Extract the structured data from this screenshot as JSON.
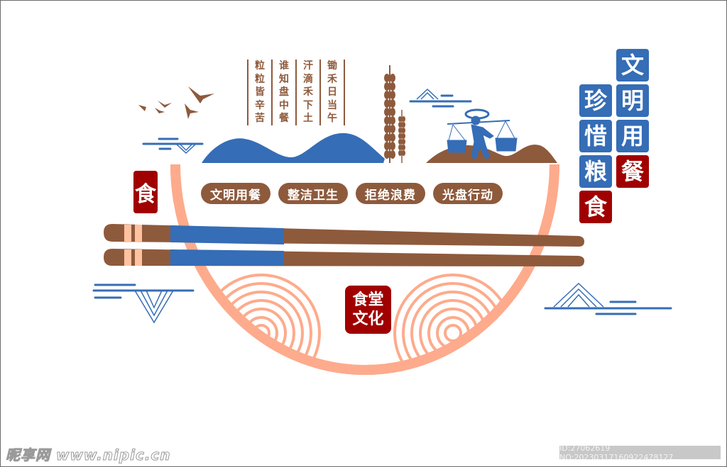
{
  "poem": {
    "columns": [
      [
        "锄",
        "禾",
        "日",
        "当",
        "午"
      ],
      [
        "汗",
        "滴",
        "禾",
        "下",
        "土"
      ],
      [
        "谁",
        "知",
        "盘",
        "中",
        "餐"
      ],
      [
        "粒",
        "粒",
        "皆",
        "辛",
        "苦"
      ]
    ]
  },
  "title": {
    "right_column": [
      {
        "char": "文",
        "color": "blue"
      },
      {
        "char": "明",
        "color": "blue"
      },
      {
        "char": "用",
        "color": "blue"
      },
      {
        "char": "餐",
        "color": "red"
      }
    ],
    "left_column": [
      {
        "char": "珍",
        "color": "blue"
      },
      {
        "char": "惜",
        "color": "blue"
      },
      {
        "char": "粮",
        "color": "blue"
      },
      {
        "char": "食",
        "color": "red"
      }
    ]
  },
  "slogans": [
    "文明用餐",
    "整洁卫生",
    "拒绝浪费",
    "光盘行动"
  ],
  "seal": {
    "char": "食"
  },
  "badge": {
    "line1": "食堂",
    "line2": "文化"
  },
  "watermark": {
    "site": "昵享网 www.nipic.cn",
    "id_text": "ID:27062619 NO:20230317160922478127"
  },
  "colors": {
    "brown": "#8e5a3c",
    "blue": "#356db6",
    "red": "#a00000",
    "salmon": "#fdab8c",
    "peach": "#ffc2a0"
  },
  "icons": [
    "birds-icon",
    "cloud-icon",
    "mountain-icon",
    "wheat-icon",
    "farmer-carrying-baskets-icon",
    "chopsticks-icon",
    "bowl-icon",
    "ripple-arcs-icon"
  ]
}
